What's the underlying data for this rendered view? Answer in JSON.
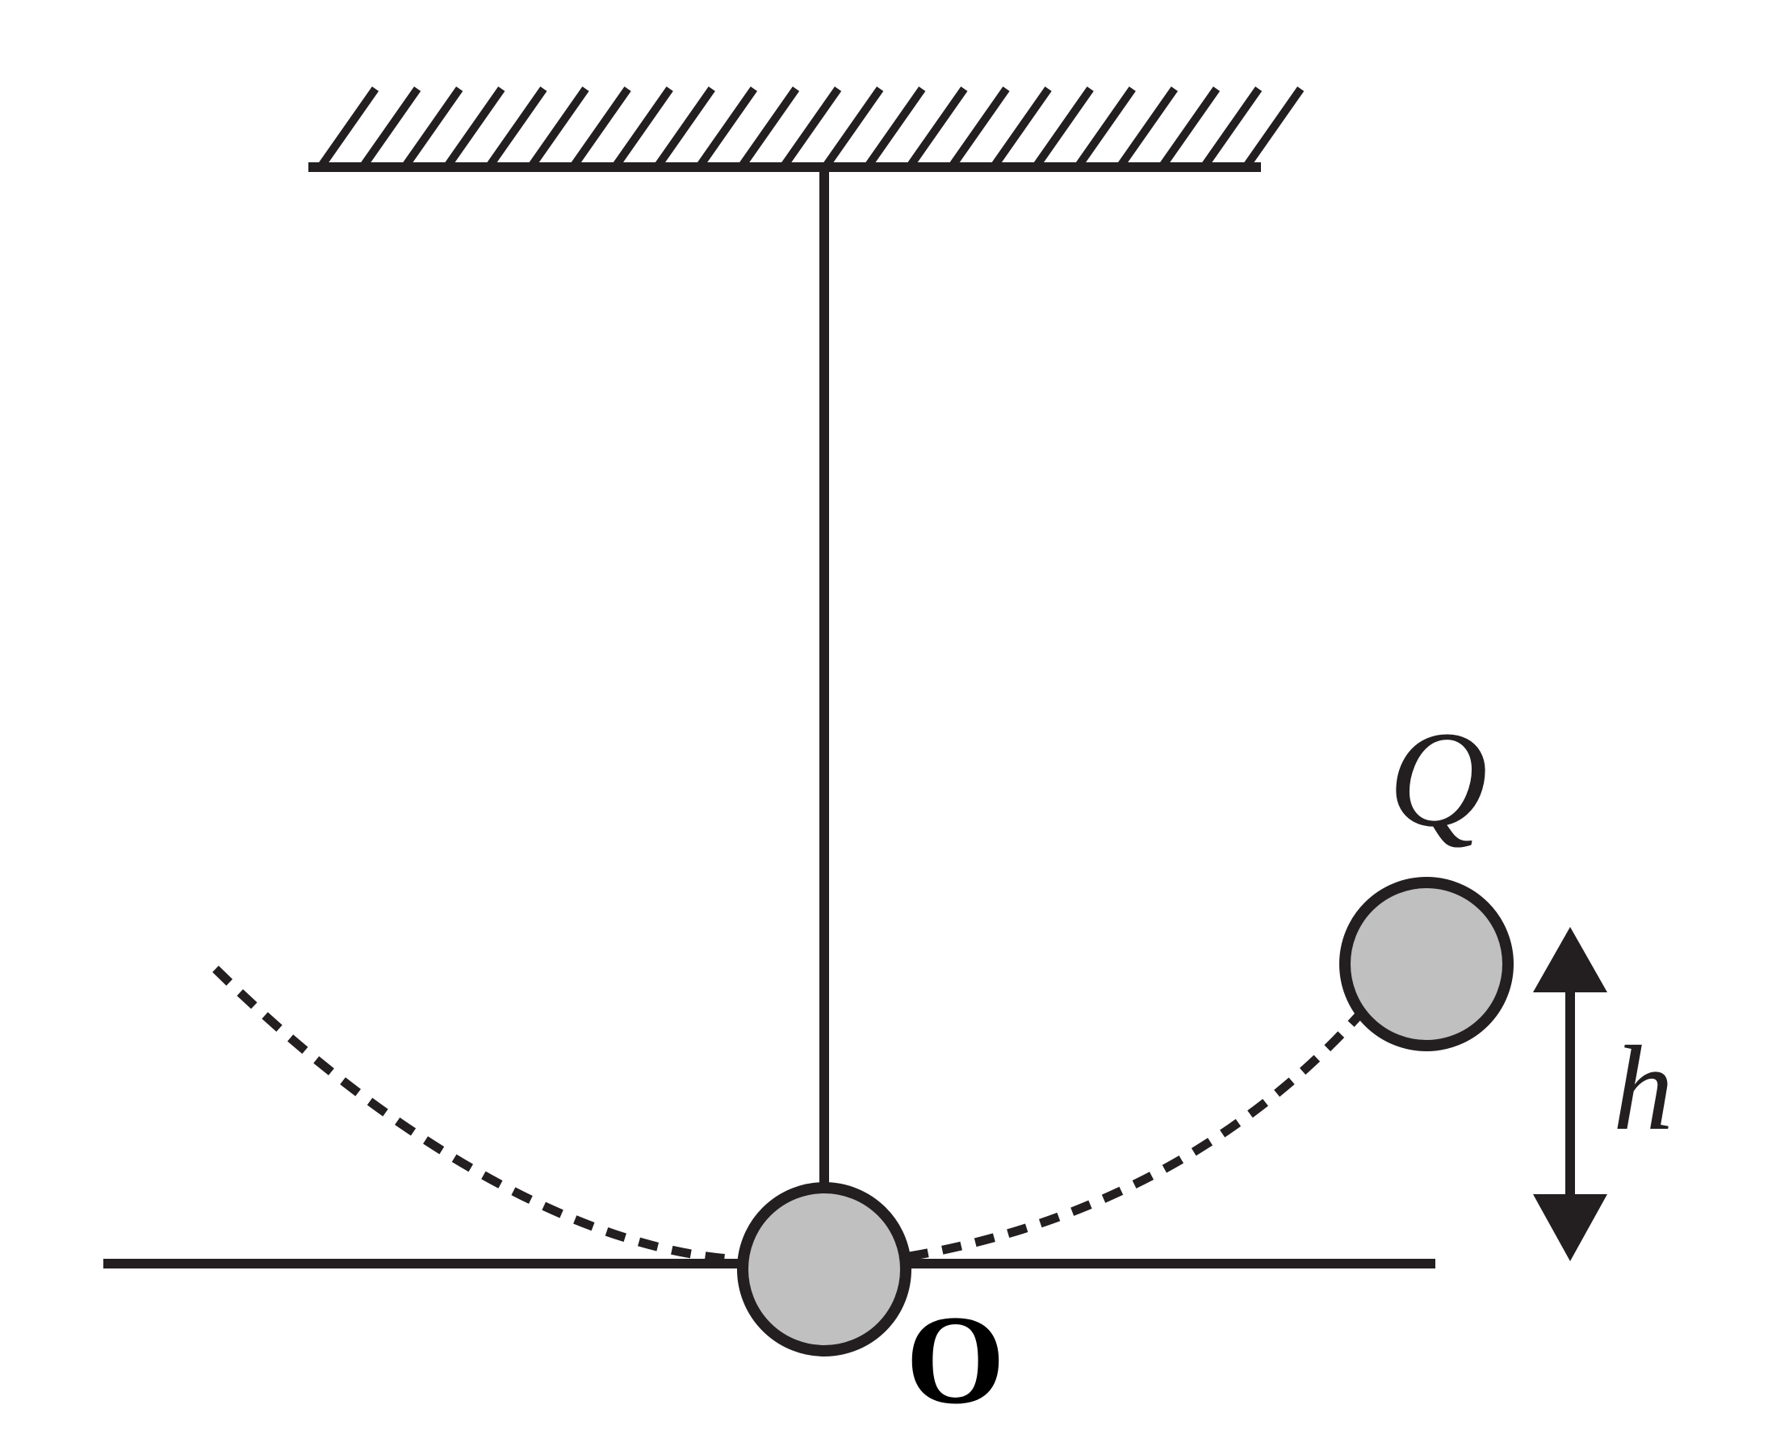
{
  "labels": {
    "point_q": "Q",
    "point_o": "O",
    "height": "h"
  },
  "colors": {
    "stroke": "#231f20",
    "ball_fill": "#c0c0c0",
    "background": "#ffffff"
  },
  "icons": {
    "ceiling": "hatched-ceiling",
    "ball": "circle",
    "arrow": "double-headed-arrow"
  }
}
